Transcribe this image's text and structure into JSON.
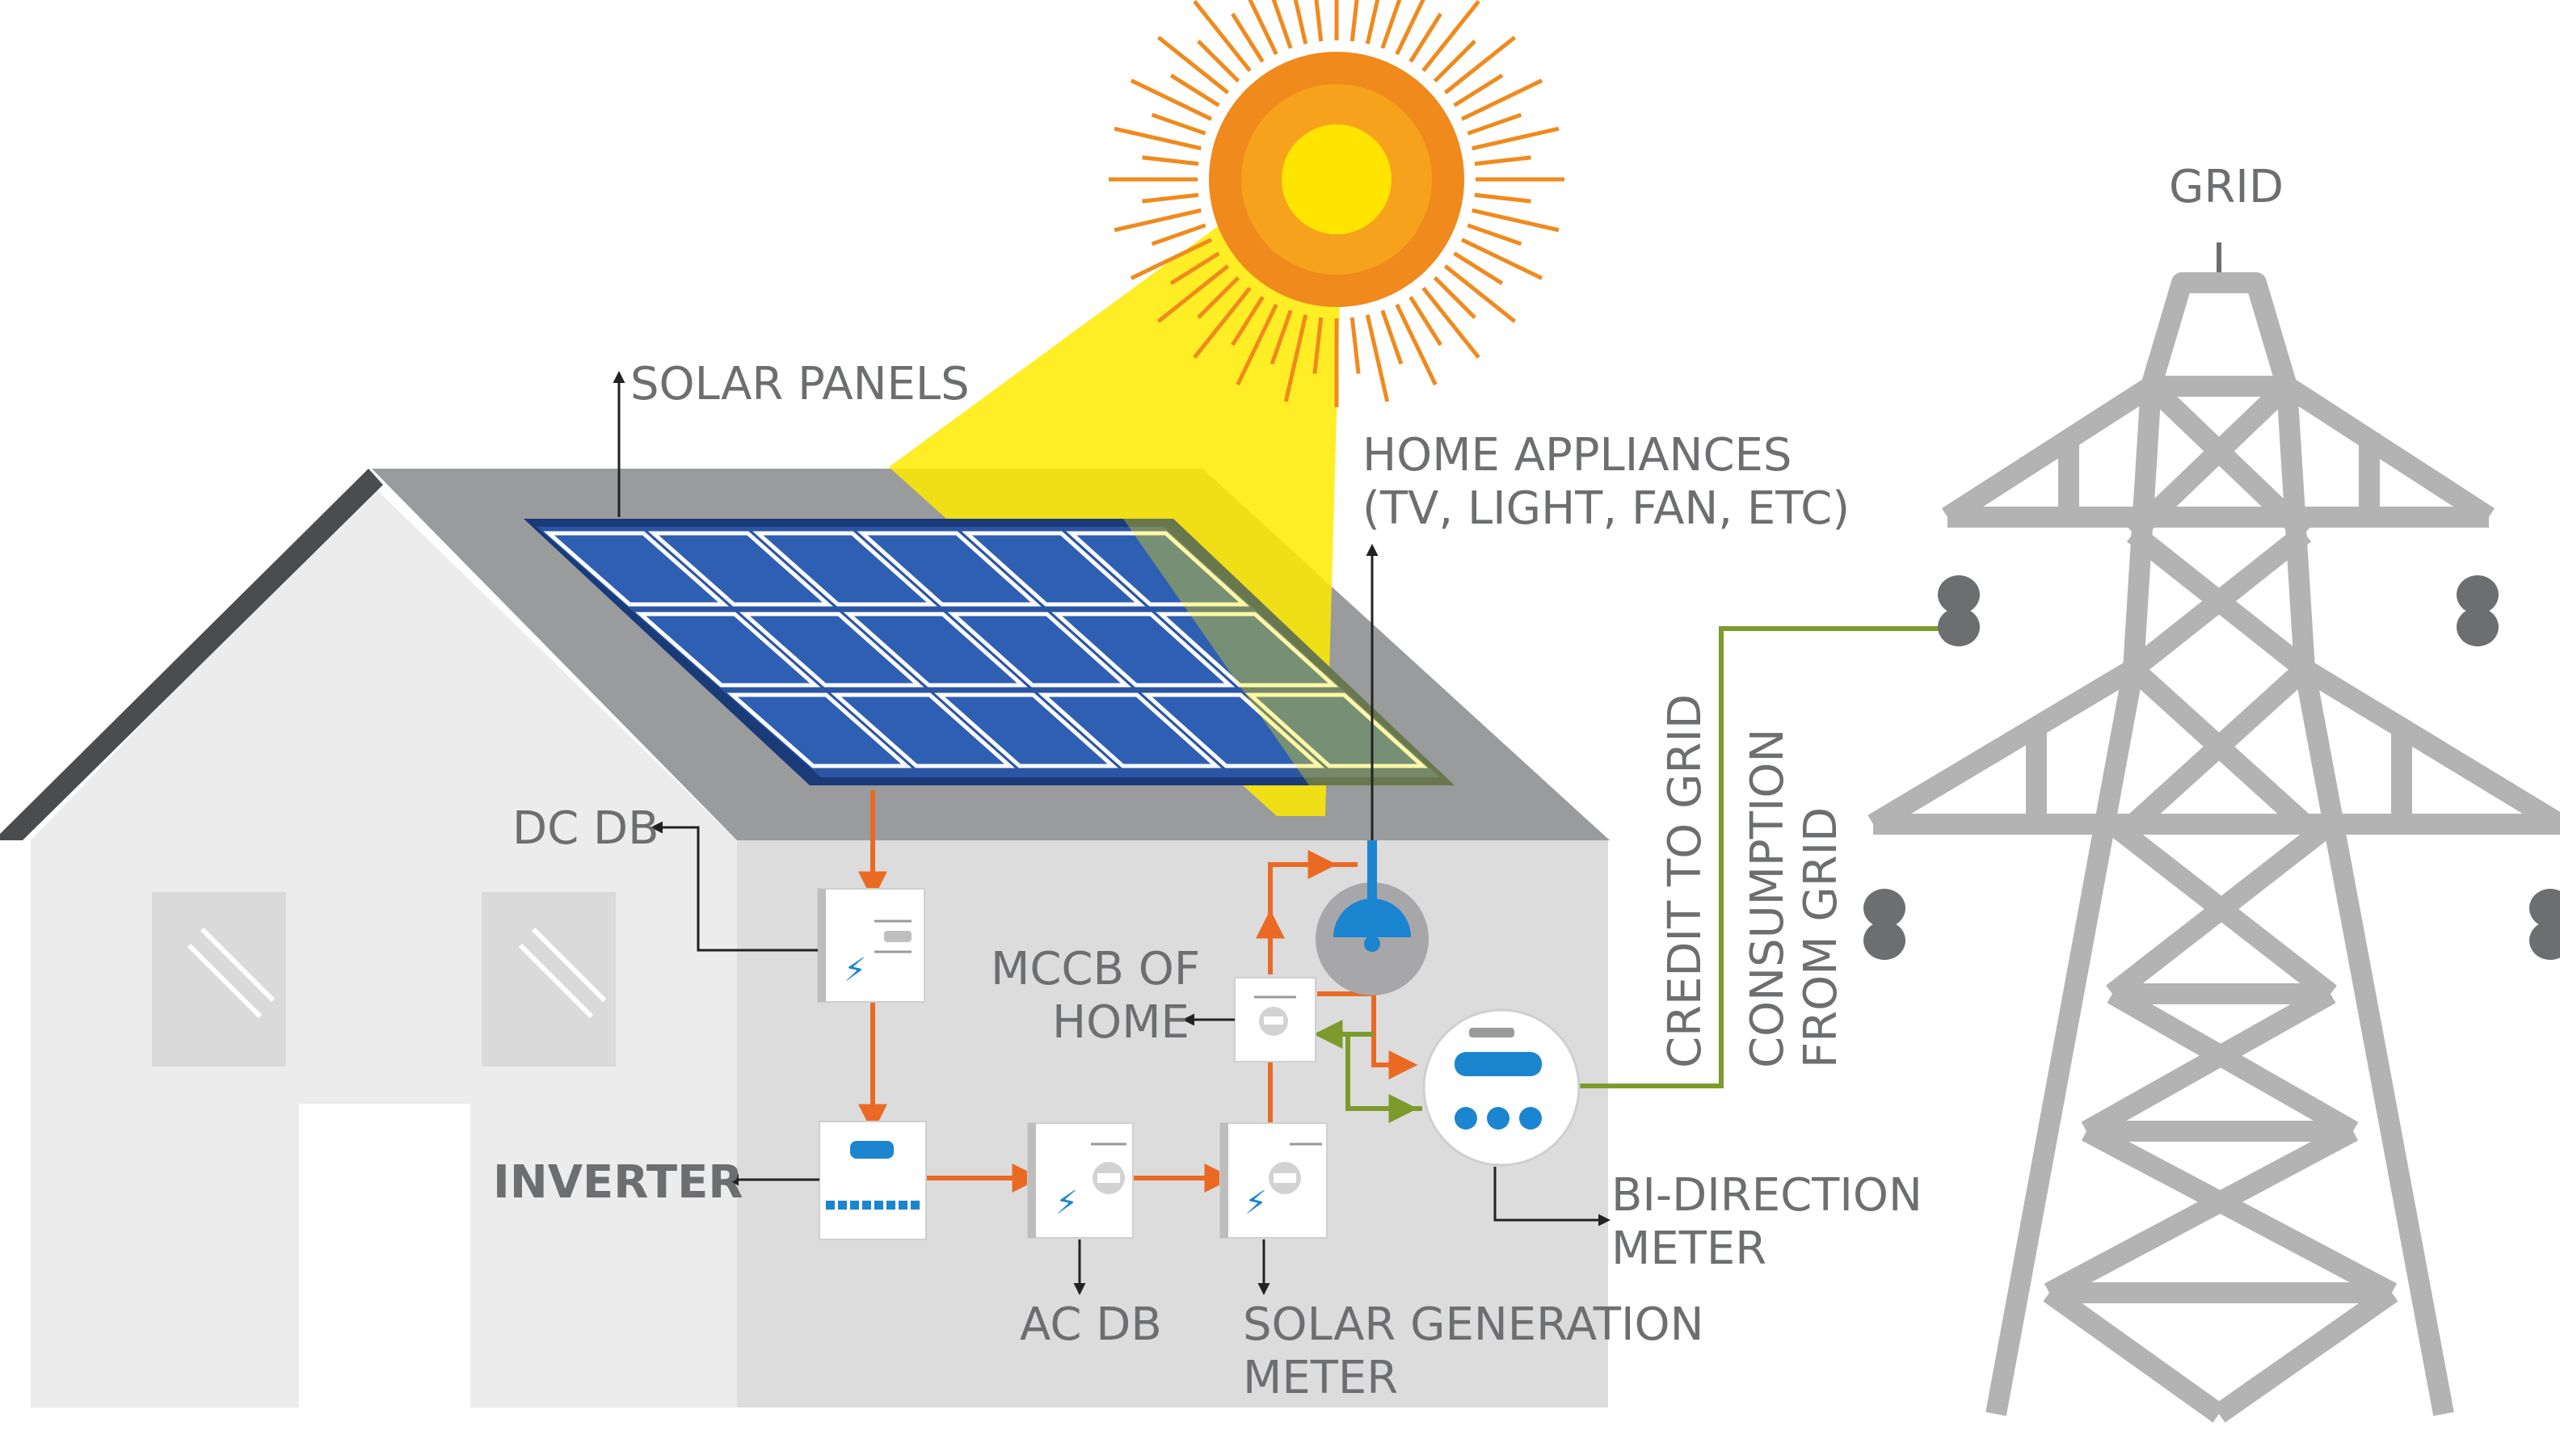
{
  "labels": {
    "solar_panels": "SOLAR PANELS",
    "home_appliances_line1": "HOME APPLIANCES",
    "home_appliances_line2": "(TV, LIGHT, FAN, ETC)",
    "grid": "GRID",
    "dc_db": "DC DB",
    "mccb_line1": "MCCB OF",
    "mccb_line2": "HOME",
    "inverter": "INVERTER",
    "ac_db": "AC DB",
    "solar_gen_line1": "SOLAR GENERATION",
    "solar_gen_line2": "METER",
    "bidirection_line1": "BI-DIRECTION",
    "bidirection_line2": "METER",
    "credit_to_grid": "CREDIT TO GRID",
    "consumption_line1": "CONSUMPTION",
    "consumption_line2": "FROM GRID"
  },
  "colors": {
    "sun_outer": "#f08a1c",
    "sun_inner": "#ffe400",
    "sunbeam": "#ffea00",
    "panel_blue": "#2c55a4",
    "panel_frame": "#1a3a78",
    "house_wall": "#ececec",
    "house_side": "#dcdcdd",
    "roof": "#9a9b9d",
    "roof_edge": "#4b4c4e",
    "dc_flow": "#ea6a24",
    "grid_flow": "#7d9a2c",
    "accent_blue": "#1b85d0",
    "tower": "#b3b3b4",
    "text": "#6d6e70"
  }
}
